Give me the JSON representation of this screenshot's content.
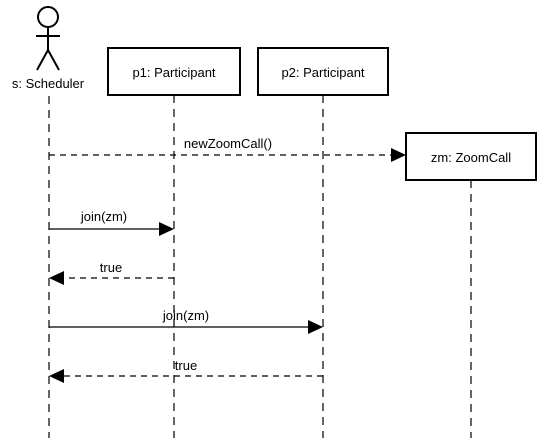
{
  "participants": {
    "scheduler": {
      "label": "s: Scheduler",
      "kind": "actor"
    },
    "p1": {
      "label": "p1: Participant"
    },
    "p2": {
      "label": "p2: Participant"
    },
    "zm": {
      "label": "zm: ZoomCall"
    }
  },
  "messages": [
    {
      "label": "newZoomCall()",
      "from": "scheduler",
      "to": "zm",
      "style": "dashed"
    },
    {
      "label": "join(zm)",
      "from": "scheduler",
      "to": "p1",
      "style": "solid"
    },
    {
      "label": "true",
      "from": "p1",
      "to": "scheduler",
      "style": "dashed"
    },
    {
      "label": "join(zm)",
      "from": "scheduler",
      "to": "p2",
      "style": "solid"
    },
    {
      "label": "true",
      "from": "p2",
      "to": "scheduler",
      "style": "dashed"
    }
  ]
}
